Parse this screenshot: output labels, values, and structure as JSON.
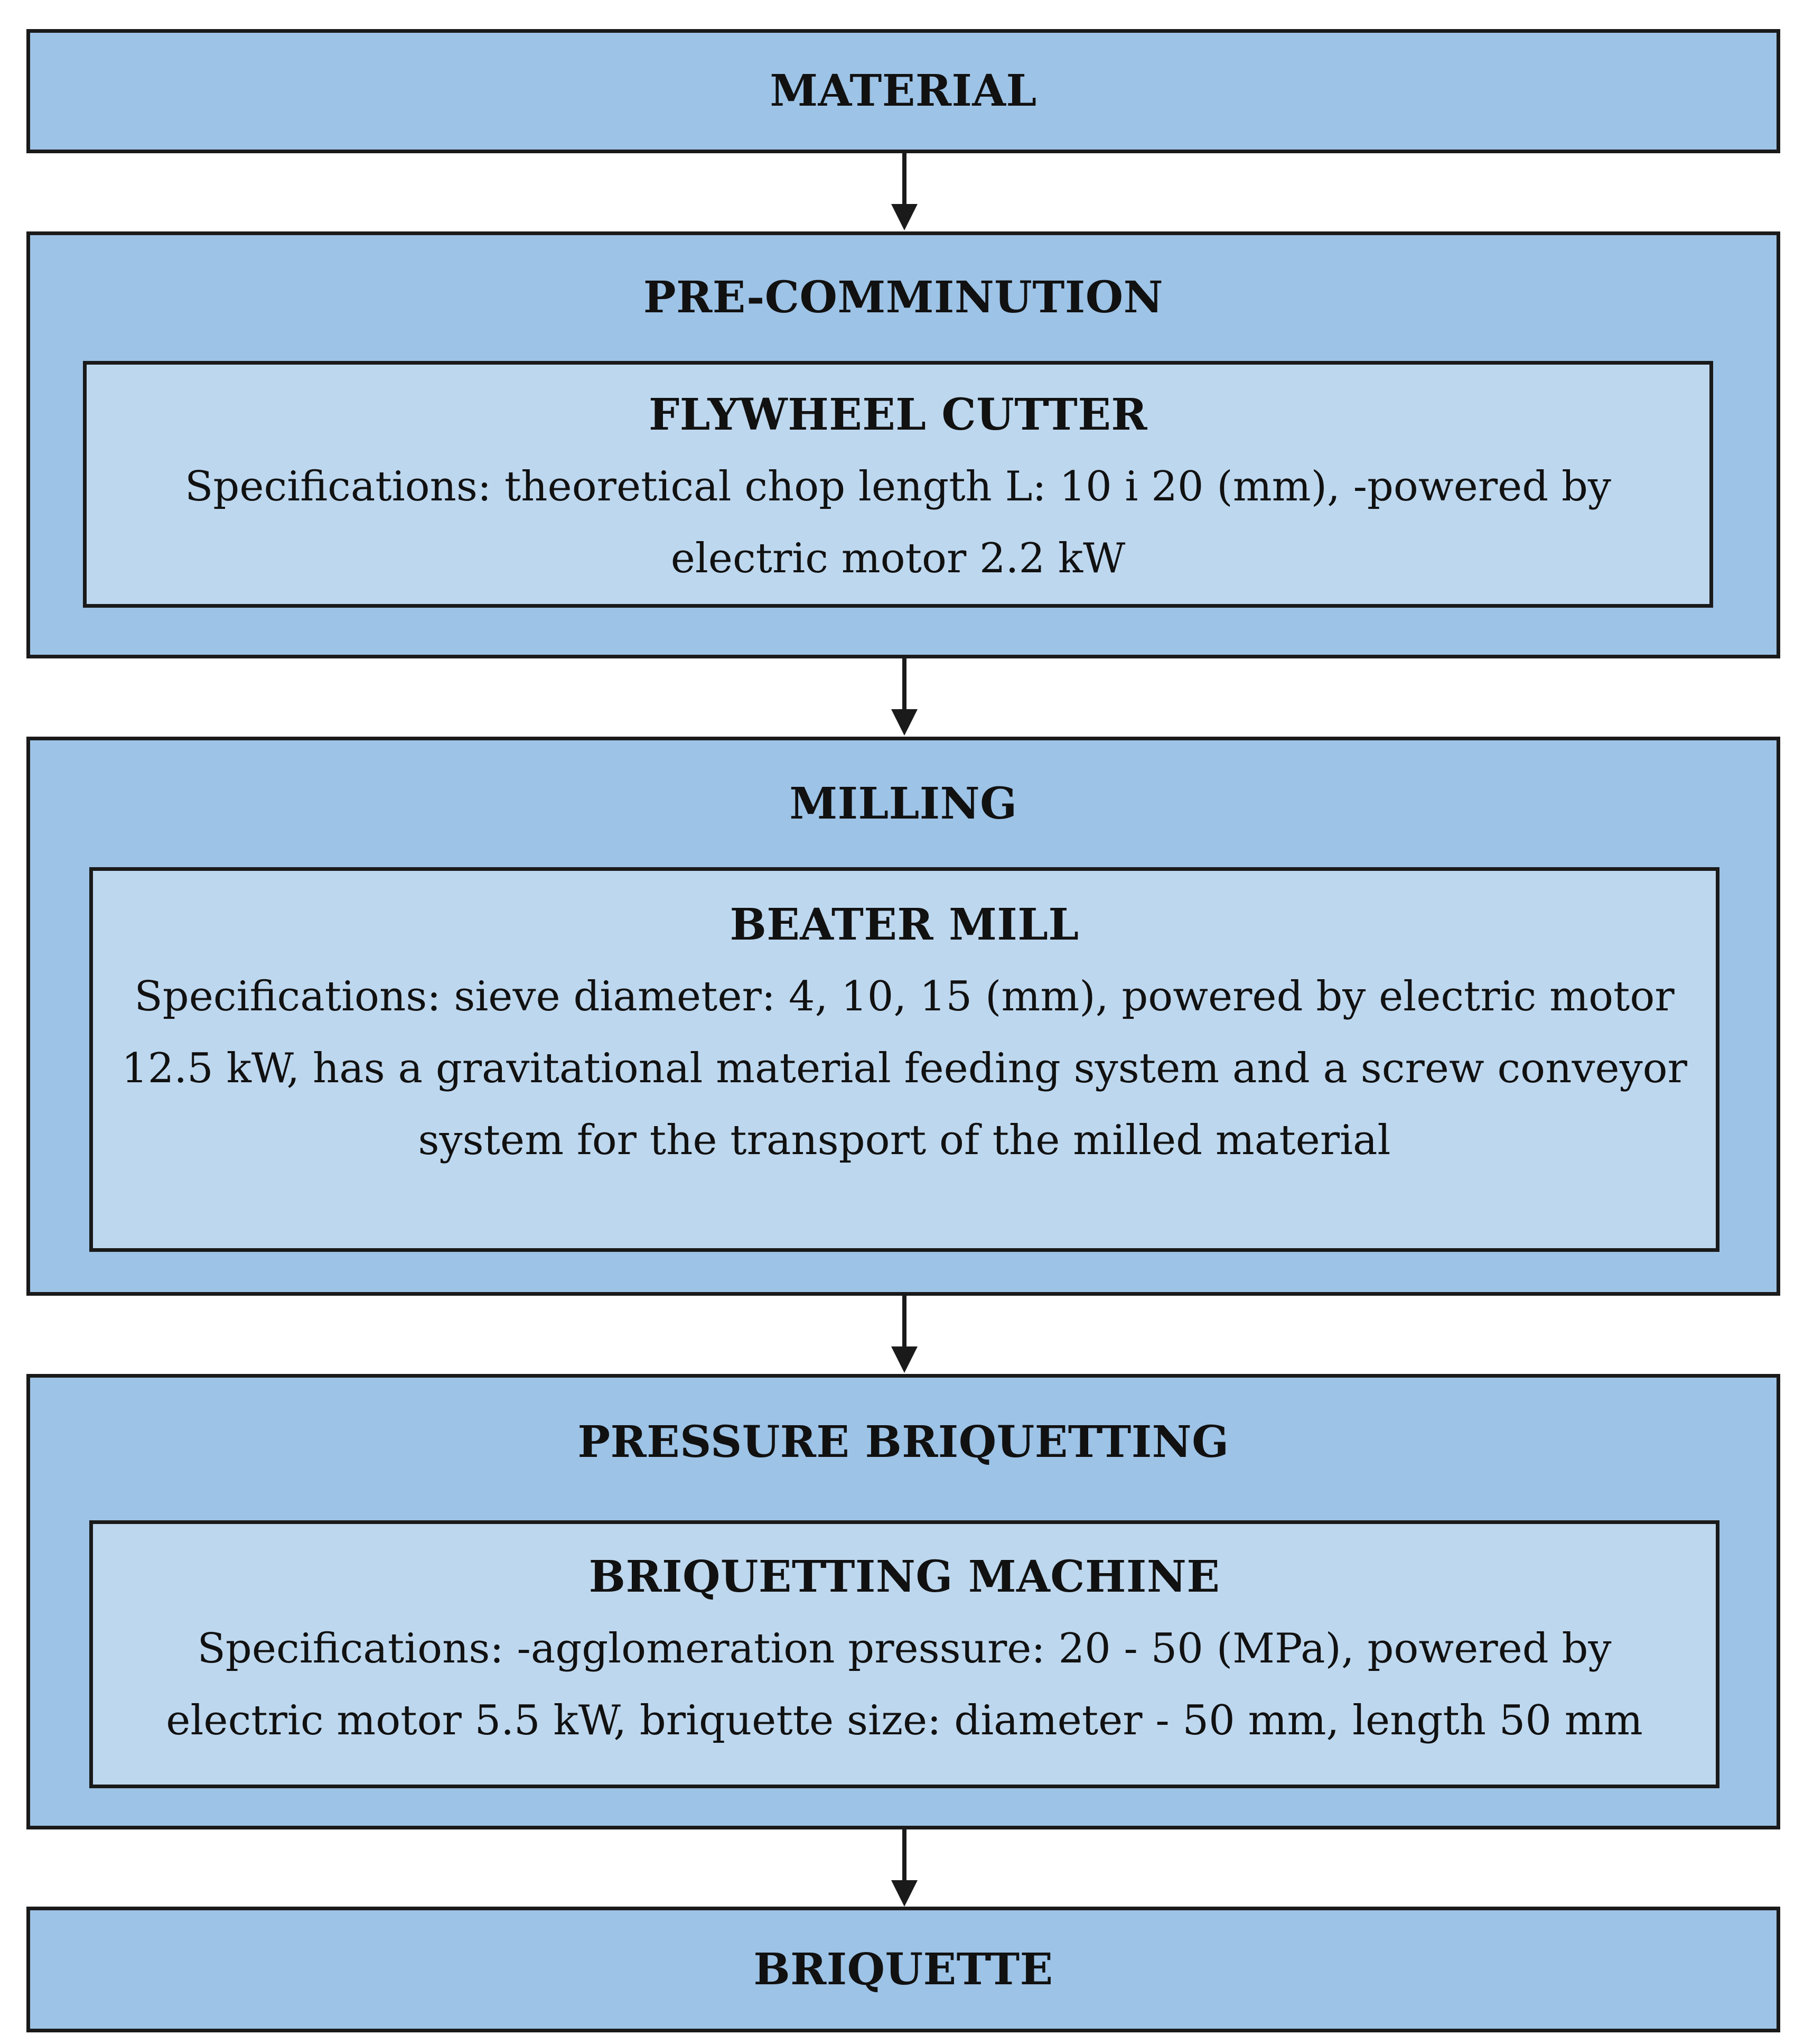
{
  "diagram": {
    "material": "MATERIAL",
    "pre_comminution": {
      "title": "PRE-COMMINUTION",
      "machine": "FLYWHEEL CUTTER",
      "specs": "Specifications: theoretical chop length L: 10 i 20 (mm), -powered by electric motor 2.2 kW"
    },
    "milling": {
      "title": "MILLING",
      "machine": "BEATER MILL",
      "specs": "Specifications: sieve diameter: 4, 10, 15 (mm), powered by electric motor 12.5 kW, has a gravitational material feeding system and a screw conveyor system for the transport of the milled material"
    },
    "briquetting": {
      "title": "PRESSURE BRIQUETTING",
      "machine": "BRIQUETTING MACHINE",
      "specs": "Specifications: -agglomeration pressure: 20 - 50 (MPa), powered by electric motor 5.5 kW, briquette size: diameter - 50 mm, length 50 mm"
    },
    "briquette": "BRIQUETTE"
  },
  "colors": {
    "outer_fill": "#9dc3e6",
    "inner_fill": "#bdd7ee",
    "border": "#1a1a1a"
  }
}
